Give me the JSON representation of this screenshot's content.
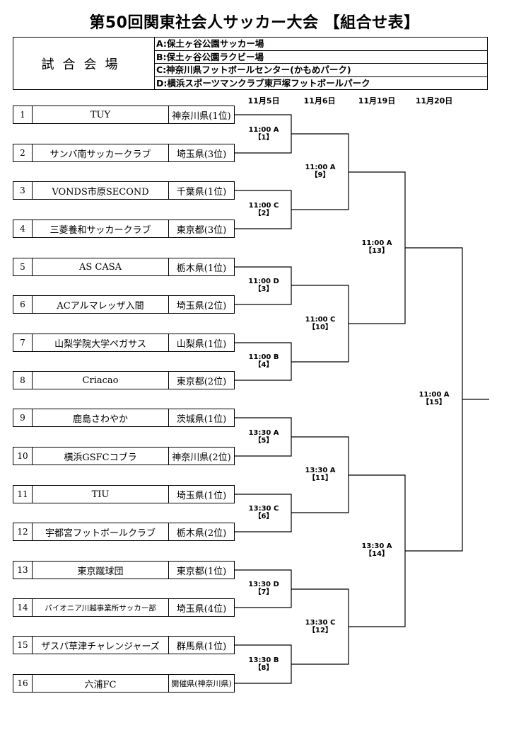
{
  "title": "第50回関東社会人サッカー大会 【組合せ表】",
  "venues": {
    "label": "試合会場",
    "items": [
      "A:保土ヶ谷公園サッカー場",
      "B:保土ヶ谷公園ラクビー場",
      "C:神奈川県フットボールセンター(かもめパーク)",
      "D:横浜スポーツマンクラブ東戸塚フットボールパーク"
    ]
  },
  "dates": [
    "11月5日",
    "11月6日",
    "11月19日",
    "11月20日"
  ],
  "teams": [
    {
      "num": "1",
      "name": "TUY",
      "pref": "神奈川県(1位)"
    },
    {
      "num": "2",
      "name": "サンバ南サッカークラブ",
      "pref": "埼玉県(3位)"
    },
    {
      "num": "3",
      "name": "VONDS市原SECOND",
      "pref": "千葉県(1位)"
    },
    {
      "num": "4",
      "name": "三菱養和サッカークラブ",
      "pref": "東京都(3位)"
    },
    {
      "num": "5",
      "name": "AS CASA",
      "pref": "栃木県(1位)"
    },
    {
      "num": "6",
      "name": "ACアルマレッザ入間",
      "pref": "埼玉県(2位)"
    },
    {
      "num": "7",
      "name": "山梨学院大学ペガサス",
      "pref": "山梨県(1位)"
    },
    {
      "num": "8",
      "name": "Criacao",
      "pref": "東京都(2位)"
    },
    {
      "num": "9",
      "name": "鹿島さわやか",
      "pref": "茨城県(1位)"
    },
    {
      "num": "10",
      "name": "横浜GSFCコブラ",
      "pref": "神奈川県(2位)"
    },
    {
      "num": "11",
      "name": "TIU",
      "pref": "埼玉県(1位)"
    },
    {
      "num": "12",
      "name": "宇都宮フットボールクラブ",
      "pref": "栃木県(2位)"
    },
    {
      "num": "13",
      "name": "東京蹴球団",
      "pref": "東京都(1位)"
    },
    {
      "num": "14",
      "name": "パイオニア川越事業所サッカー部",
      "pref": "埼玉県(4位)"
    },
    {
      "num": "15",
      "name": "ザスパ草津チャレンジャーズ",
      "pref": "群馬県(1位)"
    },
    {
      "num": "16",
      "name": "六浦FC",
      "pref": "開催県(神奈川県)"
    }
  ],
  "matches": [
    {
      "time": "11:00 A",
      "no": "【1】"
    },
    {
      "time": "11:00 C",
      "no": "【2】"
    },
    {
      "time": "11:00 D",
      "no": "【3】"
    },
    {
      "time": "11:00 B",
      "no": "【4】"
    },
    {
      "time": "13:30 A",
      "no": "【5】"
    },
    {
      "time": "13:30 C",
      "no": "【6】"
    },
    {
      "time": "13:30 D",
      "no": "【7】"
    },
    {
      "time": "13:30 B",
      "no": "【8】"
    },
    {
      "time": "11:00 A",
      "no": "【9】"
    },
    {
      "time": "11:00 C",
      "no": "【10】"
    },
    {
      "time": "13:30 A",
      "no": "【11】"
    },
    {
      "time": "13:30 C",
      "no": "【12】"
    },
    {
      "time": "11:00 A",
      "no": "【13】"
    },
    {
      "time": "13:30 A",
      "no": "【14】"
    },
    {
      "time": "11:00 A",
      "no": "【15】"
    }
  ]
}
